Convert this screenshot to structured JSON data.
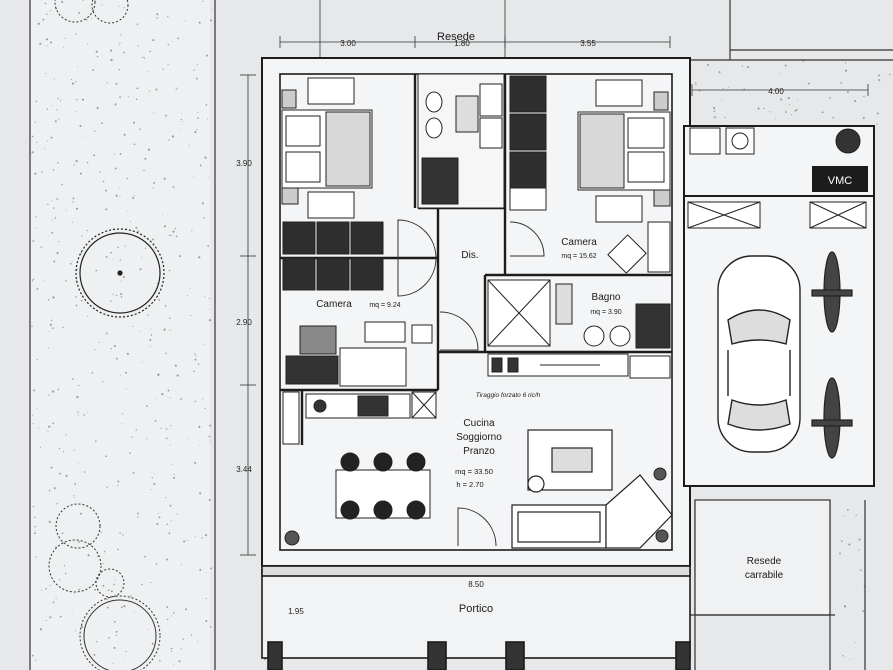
{
  "rooms": {
    "resede_top": "Resede",
    "camera_left": "Camera",
    "camera_left_area": "mq = 9.24",
    "camera_right": "Camera",
    "camera_right_area": "mq = 15.62",
    "dis": "Dis.",
    "bagno": "Bagno",
    "bagno_area": "mq = 3.90",
    "tiraggio": "Tiraggio forzato 6 ric/h",
    "cucina_l1": "Cucina",
    "cucina_l2": "Soggiorno",
    "cucina_l3": "Pranzo",
    "cucina_area": "mq = 33.50",
    "cucina_height": "h = 2.70",
    "vmc": "VMC",
    "resede_carrabile_l1": "Resede",
    "resede_carrabile_l2": "carrabile",
    "portico": "Portico"
  },
  "dimensions": {
    "top_left": "3.00",
    "top_mid": "1.80",
    "top_right": "3.55",
    "garage_width": "4.00",
    "left_top": "3.90",
    "left_mid": "2.90",
    "left_bottom": "3.44",
    "bottom_width": "8.50",
    "portico_depth": "1.95"
  },
  "colors": {
    "background": "#eceef0",
    "line": "#1c1c1c",
    "fixture": "#2a2a2a",
    "paper": "#f4f5f6"
  }
}
